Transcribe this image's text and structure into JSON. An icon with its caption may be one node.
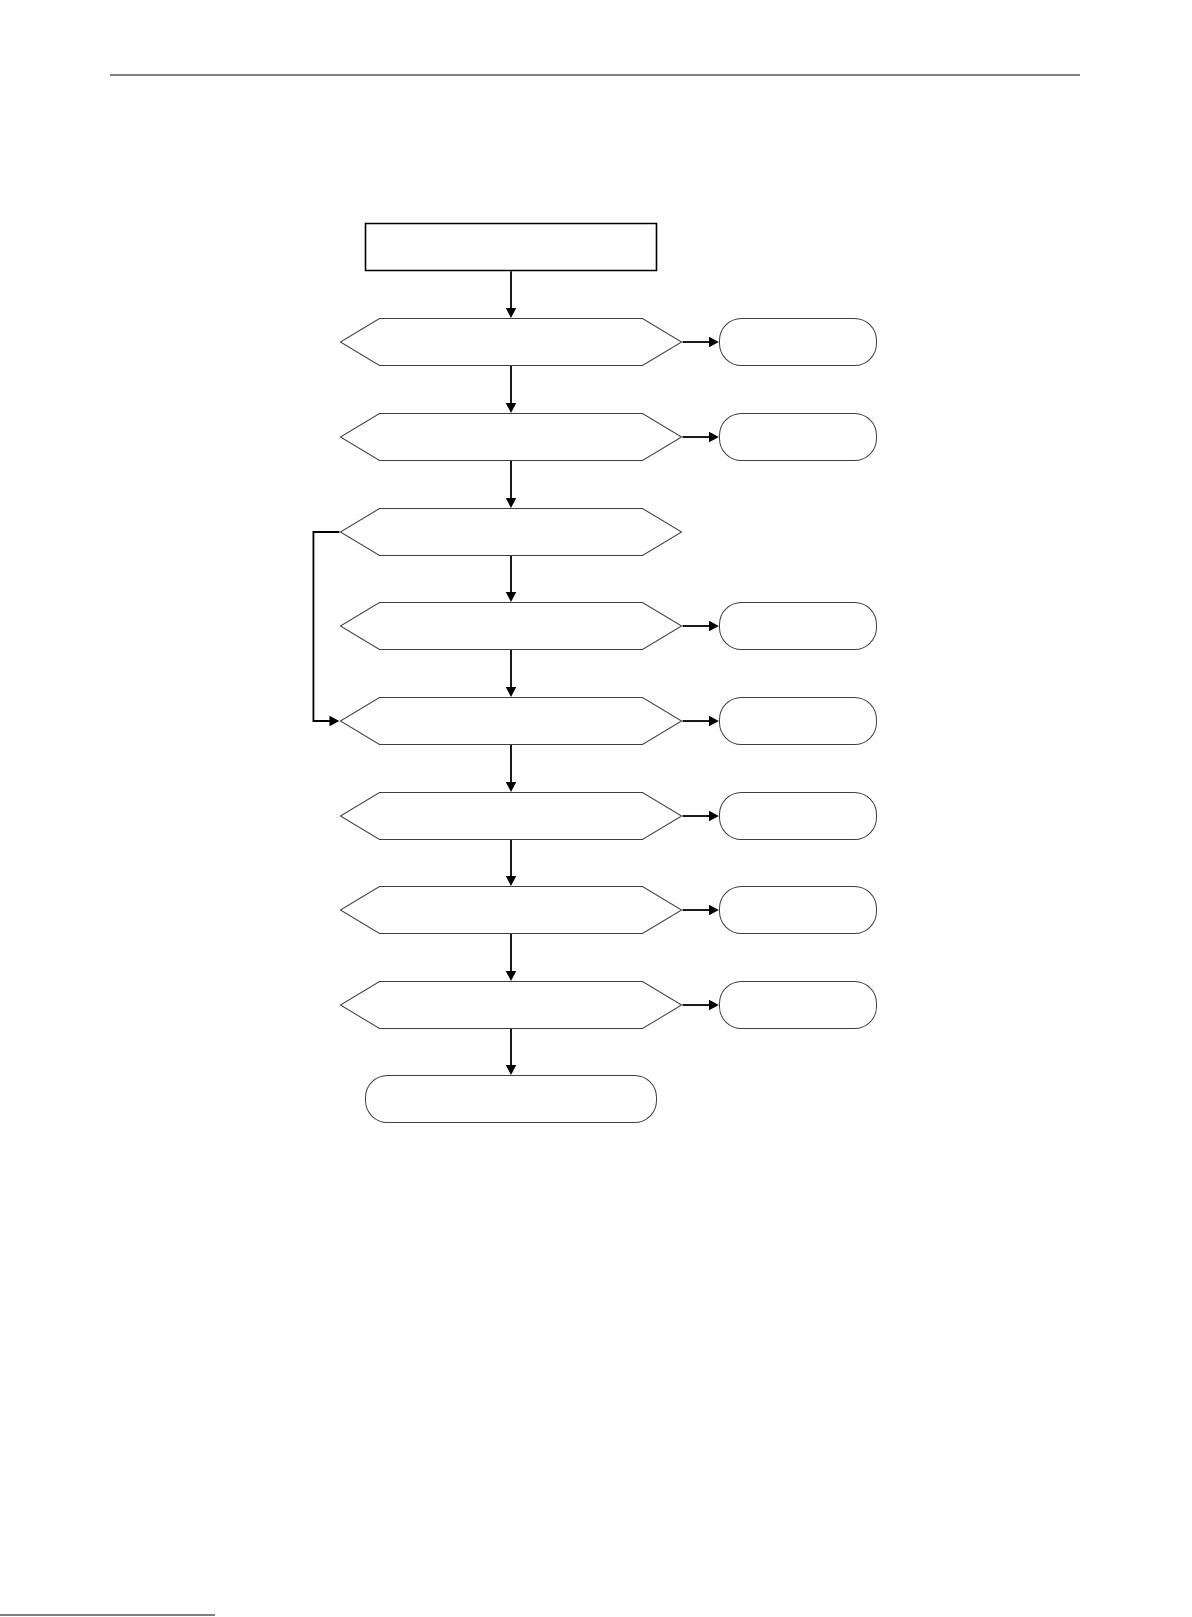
{
  "diagram": {
    "nodes": [
      {
        "text": [],
        "shape": "box"
      },
      {
        "text": [],
        "shape": "hexagon"
      },
      {
        "text": [],
        "shape": "pill"
      },
      {
        "text": [],
        "shape": "hexagon"
      },
      {
        "text": [],
        "shape": "pill"
      },
      {
        "text": [],
        "shape": "hexagon"
      },
      {
        "text": [],
        "shape": "hexagon"
      },
      {
        "text": [],
        "shape": "pill"
      },
      {
        "text": [],
        "shape": "hexagon"
      },
      {
        "text": [],
        "shape": "pill"
      },
      {
        "text": [],
        "shape": "hexagon"
      },
      {
        "text": [],
        "shape": "pill"
      },
      {
        "text": [],
        "shape": "hexagon"
      },
      {
        "text": [],
        "shape": "pill"
      },
      {
        "text": [],
        "shape": "hexagon"
      },
      {
        "text": [],
        "shape": "pill"
      },
      {
        "text": [],
        "shape": "pill"
      }
    ],
    "edges": [
      {
        "from": 0,
        "to": 1,
        "arrow": "to"
      },
      {
        "from": 1,
        "to": 2,
        "arrow": "to"
      },
      {
        "from": 1,
        "to": 3,
        "arrow": "to"
      },
      {
        "from": 3,
        "to": 4,
        "arrow": "to"
      },
      {
        "from": 3,
        "to": 5,
        "arrow": "to"
      },
      {
        "from": 5,
        "to": 6,
        "arrow": "to"
      },
      {
        "from": 5,
        "to": 8,
        "arrow": "to"
      },
      {
        "from": 6,
        "to": 7,
        "arrow": "to"
      },
      {
        "from": 6,
        "to": 8,
        "arrow": "to"
      },
      {
        "from": 8,
        "to": 9,
        "arrow": "to"
      },
      {
        "from": 8,
        "to": 10,
        "arrow": "to"
      },
      {
        "from": 10,
        "to": 11,
        "arrow": "to"
      },
      {
        "from": 10,
        "to": 12,
        "arrow": "to"
      },
      {
        "from": 12,
        "to": 13,
        "arrow": "to"
      },
      {
        "from": 12,
        "to": 14,
        "arrow": "to"
      },
      {
        "from": 14,
        "to": 15,
        "arrow": "to"
      },
      {
        "from": 14,
        "to": 16,
        "arrow": "to"
      }
    ]
  }
}
